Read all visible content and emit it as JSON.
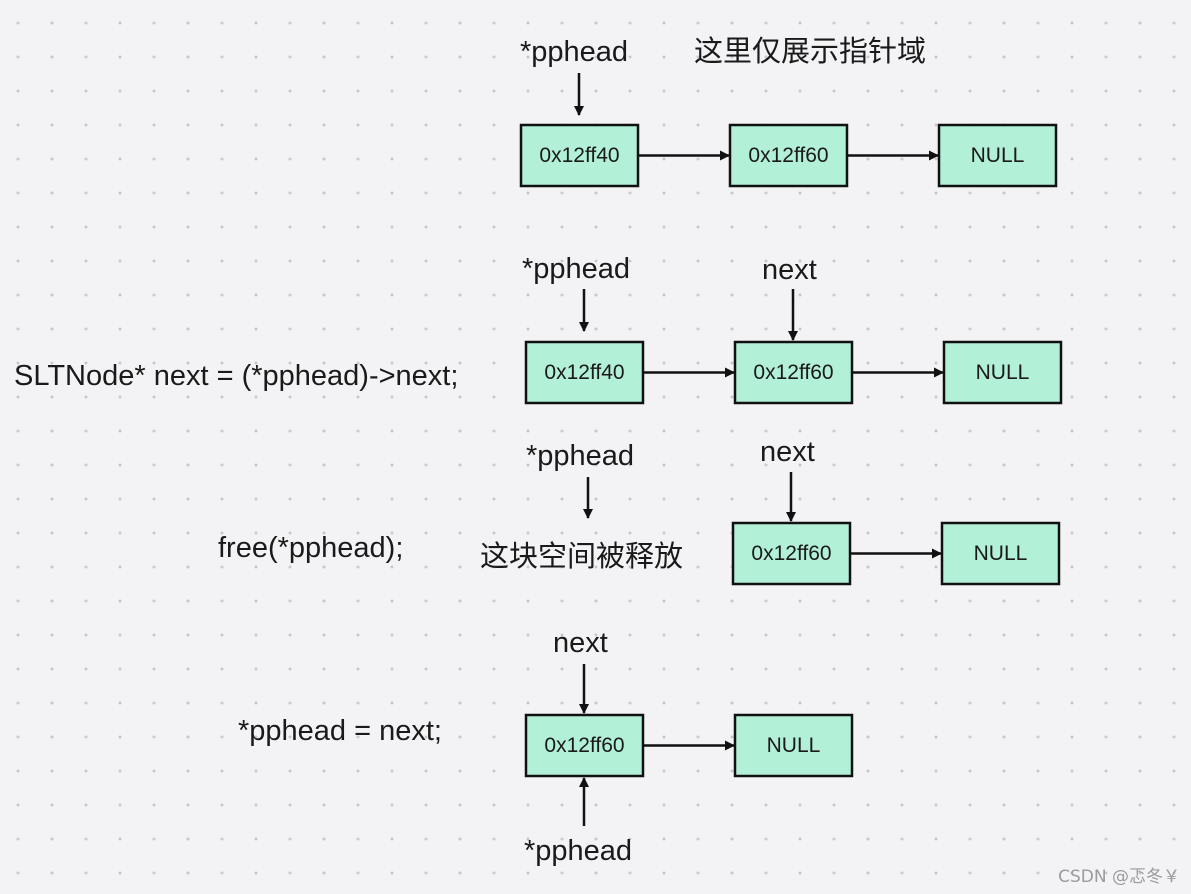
{
  "header": {
    "pointer_label": "*pphead",
    "note": "这里仅展示指针域"
  },
  "rows": [
    {
      "code": "",
      "nodes": [
        "0x12ff40",
        "0x12ff60",
        "NULL"
      ],
      "pointers": [
        {
          "label": "*pphead"
        }
      ]
    },
    {
      "code": "SLTNode* next = (*pphead)->next;",
      "nodes": [
        "0x12ff40",
        "0x12ff60",
        "NULL"
      ],
      "pointers": [
        {
          "label": "*pphead"
        },
        {
          "label": "next"
        }
      ]
    },
    {
      "code": "free(*pphead);",
      "freed_note": "这块空间被释放",
      "nodes": [
        "0x12ff60",
        "NULL"
      ],
      "pointers": [
        {
          "label": "*pphead"
        },
        {
          "label": "next"
        }
      ]
    },
    {
      "code": "*pphead = next;",
      "nodes": [
        "0x12ff60",
        "NULL"
      ],
      "pointers": [
        {
          "label": "next"
        },
        {
          "label": "*pphead"
        }
      ]
    }
  ],
  "watermark": "CSDN @忑冬￥",
  "colors": {
    "node_fill": "#b2f0d8",
    "node_border": "#111111",
    "background": "#f3f3f5"
  }
}
